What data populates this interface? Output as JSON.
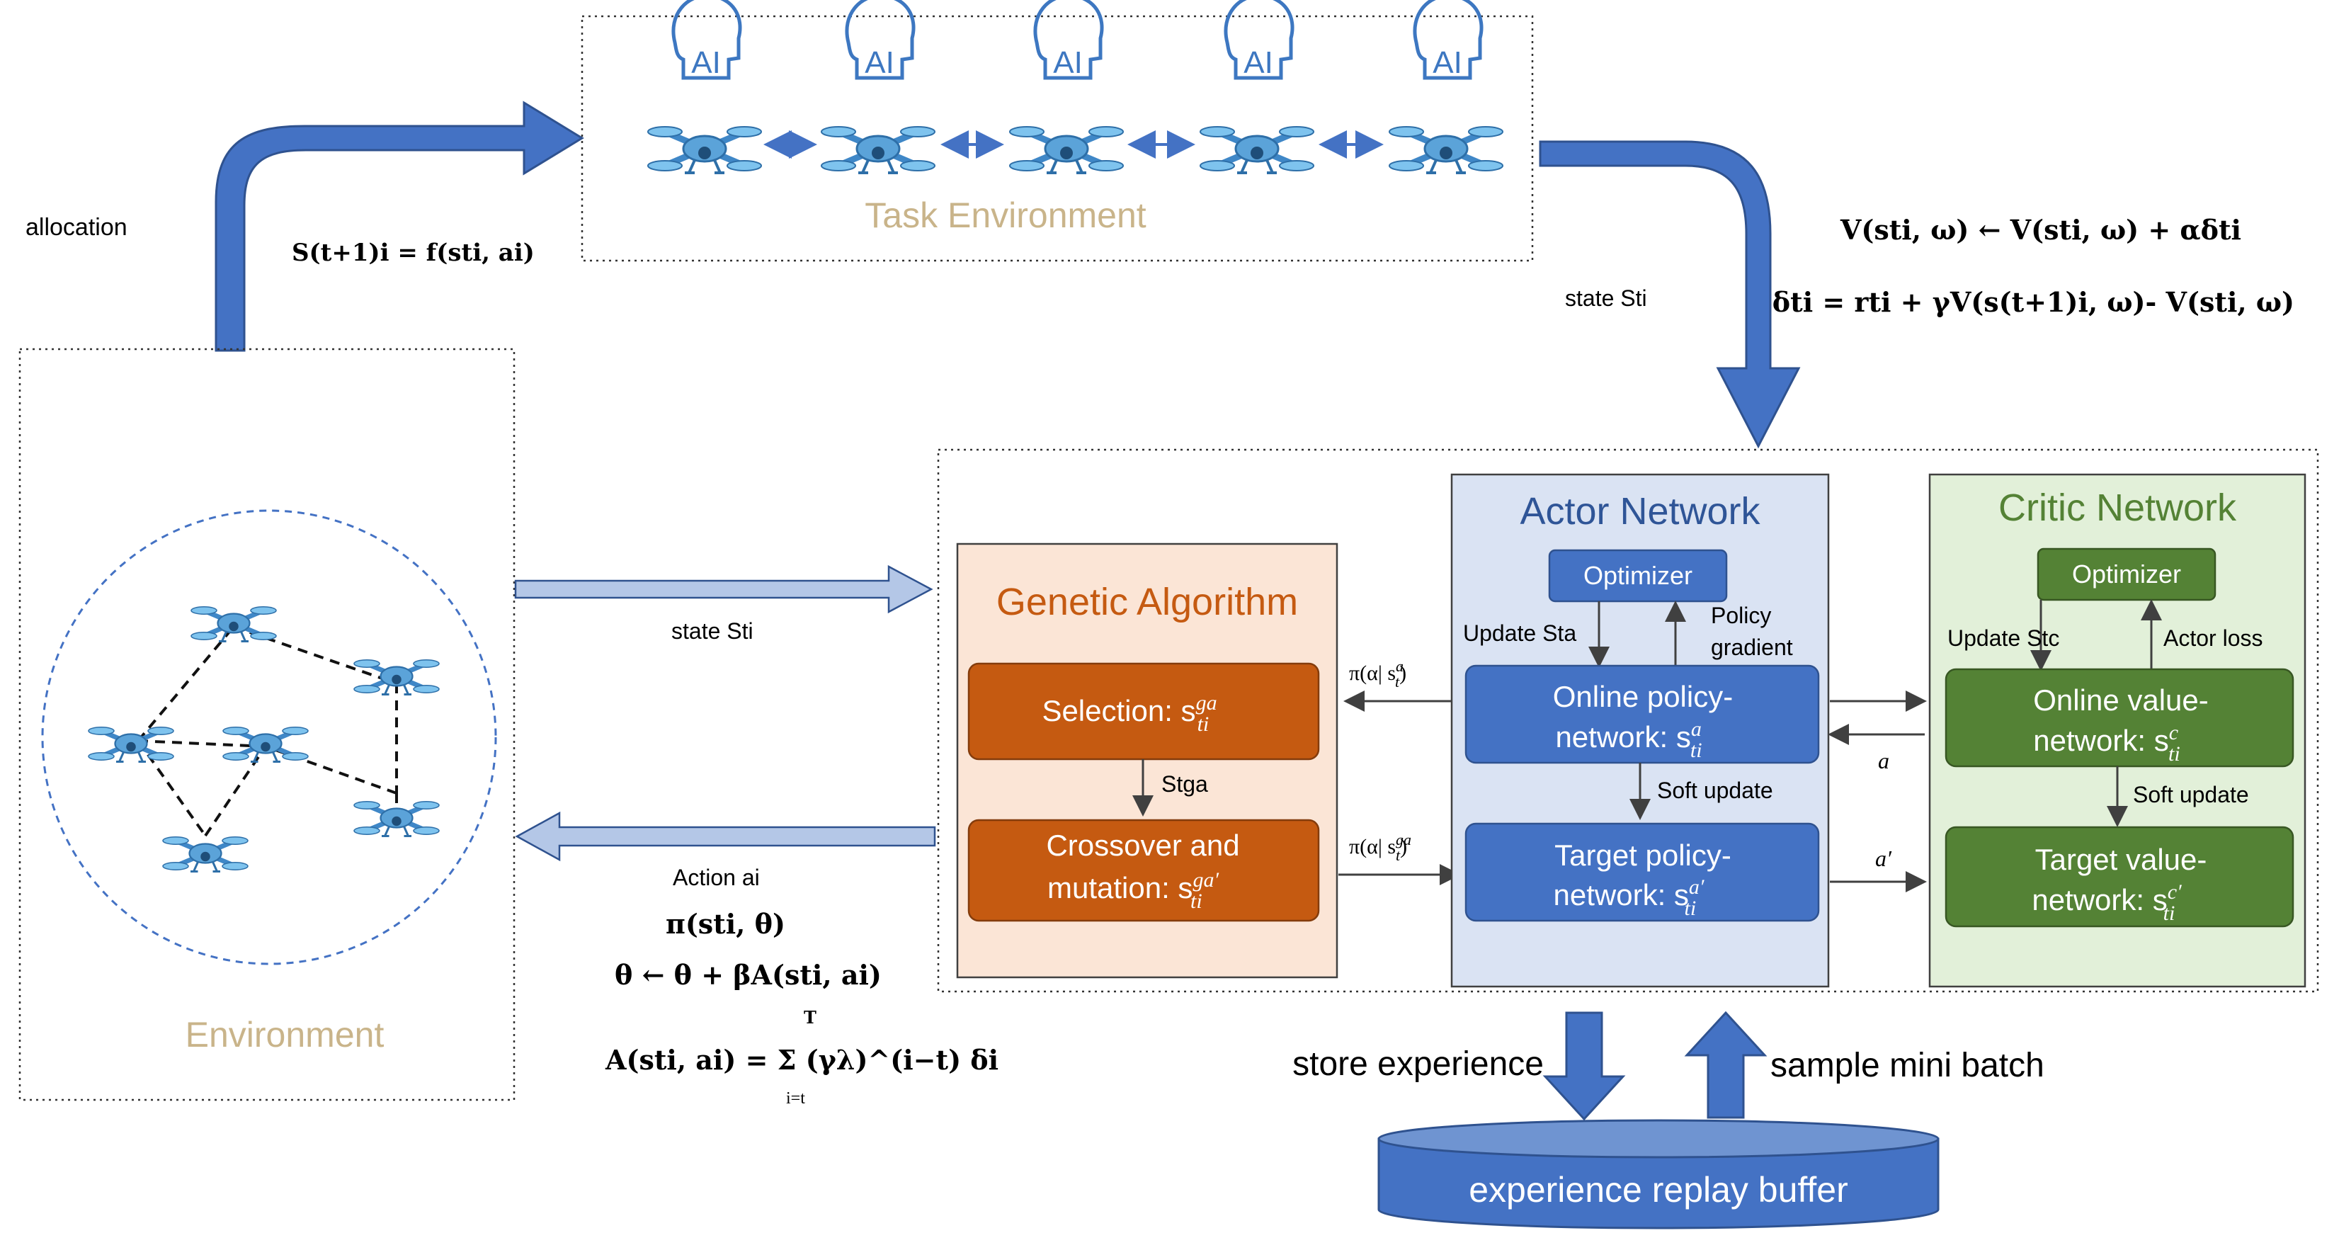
{
  "colors": {
    "arrow_blue": "#4472C4",
    "arrow_blue_dark": "#2F528F",
    "light_arrow": "#B4C7E7",
    "ga_fill": "#FBE5D6",
    "ga_box": "#C55A11",
    "actor_fill": "#DAE3F3",
    "actor_box": "#4472C4",
    "critic_fill": "#E2F0D9",
    "critic_box": "#548235",
    "env_label": "#C9B48A",
    "ga_title": "#C55A11",
    "actor_title": "#2F5597",
    "critic_title": "#548235",
    "drone": "#5BA3D9"
  },
  "top": {
    "allocation": "allocation",
    "transition_formula": "S(t+1)i = f(sti, ai)",
    "task_env_label": "Task Environment",
    "ai_badge": "AI",
    "state_label": "state Sti",
    "value_update": "V(sti, ω) ← V(sti, ω) + αδti",
    "td_error": "δti = rti + γV(s(t+1)i, ω)- V(sti, ω)"
  },
  "environment": {
    "label": "Environment",
    "state_label": "state Sti",
    "action_label": "Action ai",
    "policy": "π(sti, θ)",
    "theta_update": "θ ← θ + βA(sti, ai)",
    "advantage": "A(sti, ai) = Σ (γλ)^(i−t) δi",
    "sum_upper": "T",
    "sum_lower": "i=t"
  },
  "ga": {
    "title": "Genetic Algorithm",
    "selection": "Selection: s",
    "selection_sup": "ga",
    "selection_sub": "ti",
    "crossover_line1": "Crossover and",
    "crossover_line2": "mutation: s",
    "crossover_sup": "ga′",
    "crossover_sub": "ti",
    "link_label": "Stga",
    "pi_top": "π(α| s",
    "pi_top_sup": "a",
    "pi_top_sub": "t",
    "pi_bottom": "π(α| s",
    "pi_bottom_sup": "ga",
    "pi_bottom_sub": "t"
  },
  "actor": {
    "title": "Actor Network",
    "optimizer": "Optimizer",
    "update_label": "Update Sta",
    "policy_gradient_1": "Policy",
    "policy_gradient_2": "gradient",
    "online_line1": "Online policy-",
    "online_line2": "network: s",
    "online_sup": "a",
    "online_sub": "ti",
    "soft_update": "Soft update",
    "target_line1": "Target policy-",
    "target_line2": "network: s",
    "target_sup": "a′",
    "target_sub": "ti",
    "a_label": "a",
    "a_prime_label": "a′"
  },
  "critic": {
    "title": "Critic Network",
    "optimizer": "Optimizer",
    "update_label": "Update Stc",
    "actor_loss": "Actor loss",
    "online_line1": "Online value-",
    "online_line2": "network: s",
    "online_sup": "c",
    "online_sub": "ti",
    "soft_update": "Soft update",
    "target_line1": "Target value-",
    "target_line2": "network: s",
    "target_sup": "c′",
    "target_sub": "ti"
  },
  "buffer": {
    "store": "store experience",
    "sample": "sample mini batch",
    "label": "experience replay buffer"
  }
}
